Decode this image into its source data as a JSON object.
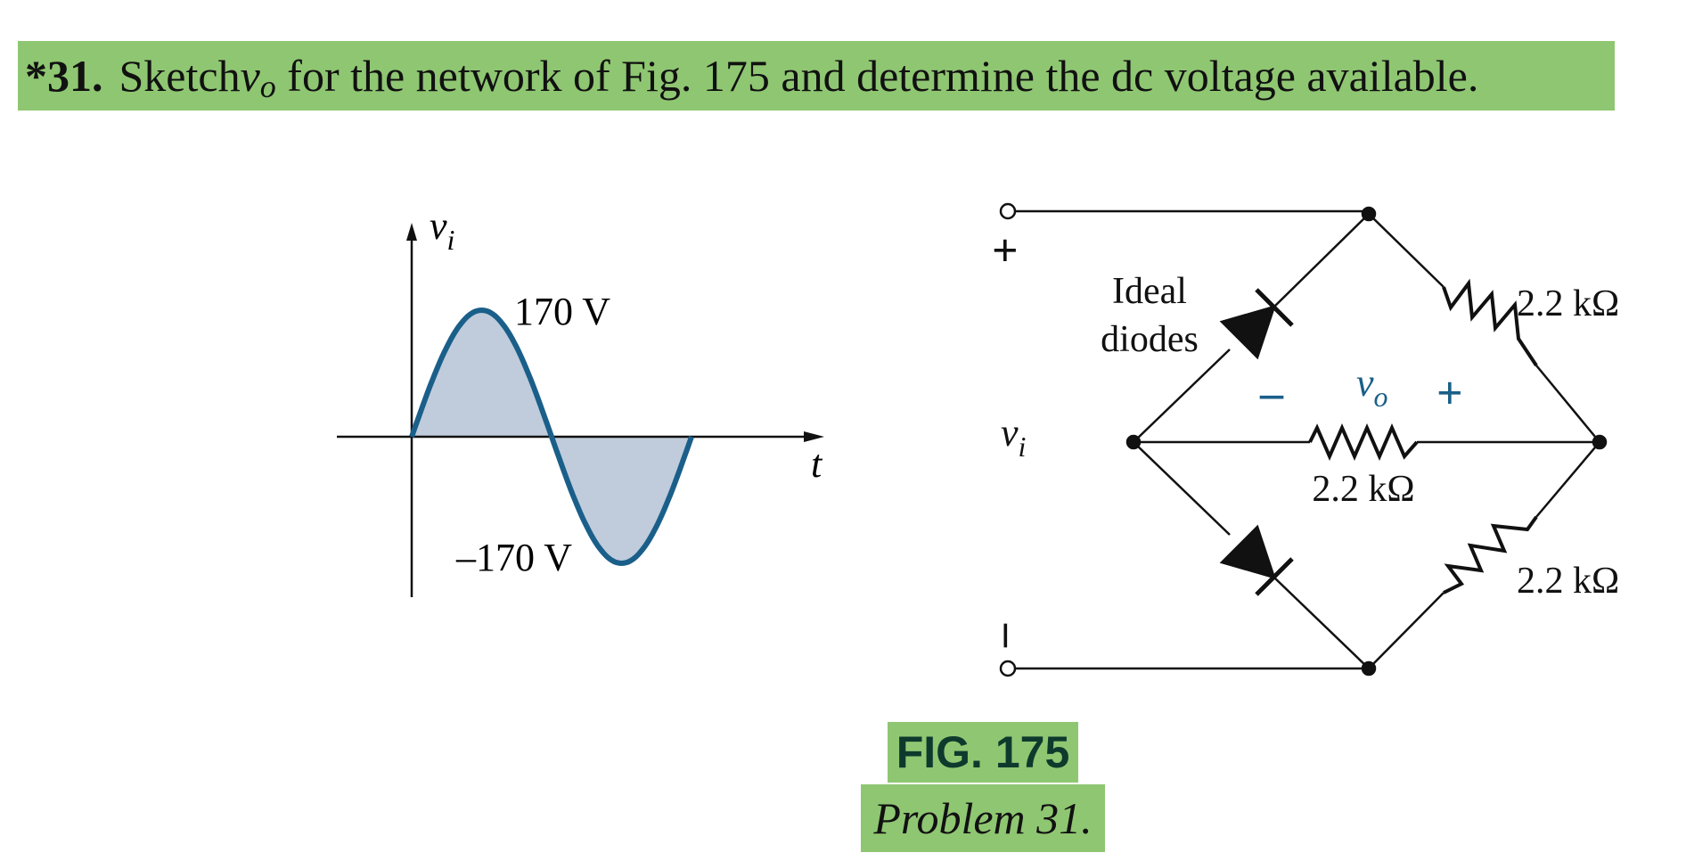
{
  "problem": {
    "number": "*31.",
    "text_before": "Sketch ",
    "var_main": "v",
    "var_sub": "o",
    "text_after": " for the network of Fig. 175 and determine the dc voltage available."
  },
  "waveform": {
    "axis_y_main": "v",
    "axis_y_sub": "i",
    "axis_x_label": "t",
    "peak_label": "170 V",
    "trough_label": "–170 V",
    "amplitude": 170,
    "fill_color": "#c0ccdb",
    "curve_color": "#1a5f8a"
  },
  "circuit": {
    "input_plus": "+",
    "input_minus": "–",
    "input_var_main": "v",
    "input_var_sub": "i",
    "diode_label_line1": "Ideal",
    "diode_label_line2": "diodes",
    "output_minus": "–",
    "output_plus": "+",
    "output_var_main": "v",
    "output_var_sub": "o",
    "r_top_right": "2.2 kΩ",
    "r_center": "2.2 kΩ",
    "r_bottom_right": "2.2 kΩ",
    "accent_color": "#1a5f8a"
  },
  "caption": {
    "label": "FIG. 175",
    "title": "Problem 31."
  }
}
